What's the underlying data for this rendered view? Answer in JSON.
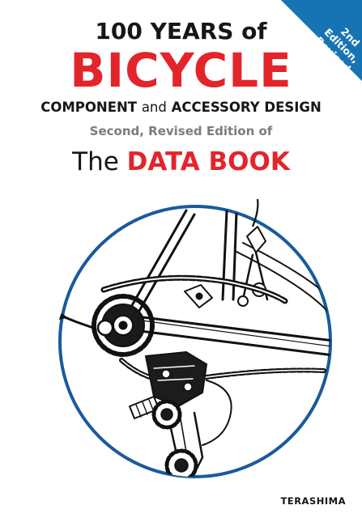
{
  "cover": {
    "line1": {
      "text": "100 YEARS",
      "of": "of"
    },
    "line2": "BICYCLE",
    "line3": {
      "part1": "COMPONENT",
      "and": "and",
      "part2": "ACCESSORY DESIGN"
    },
    "line4": "Second, Revised Edition of",
    "line5": {
      "the": "The",
      "data_book": "DATA BOOK"
    },
    "banner": {
      "line1": "2nd",
      "line2": "Edition, Revised"
    },
    "publisher": "TERASHIMA"
  },
  "colors": {
    "accent_red": "#e3242b",
    "banner_blue": "#1674b5",
    "circle_blue": "#1a5a9c",
    "text_dark": "#161616",
    "text_gray": "#7c7c7c"
  },
  "illustration": {
    "icon": "bicycle-derailleur-illustration"
  }
}
